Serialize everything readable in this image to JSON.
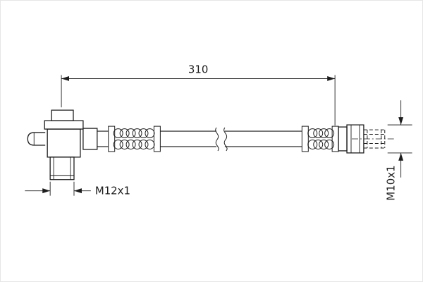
{
  "diagram": {
    "labels": {
      "overall_length": "310",
      "left_thread": "M12x1",
      "right_thread": "M10x1"
    },
    "colors": {
      "line": "#1d1d1d",
      "background": "#ffffff"
    }
  }
}
